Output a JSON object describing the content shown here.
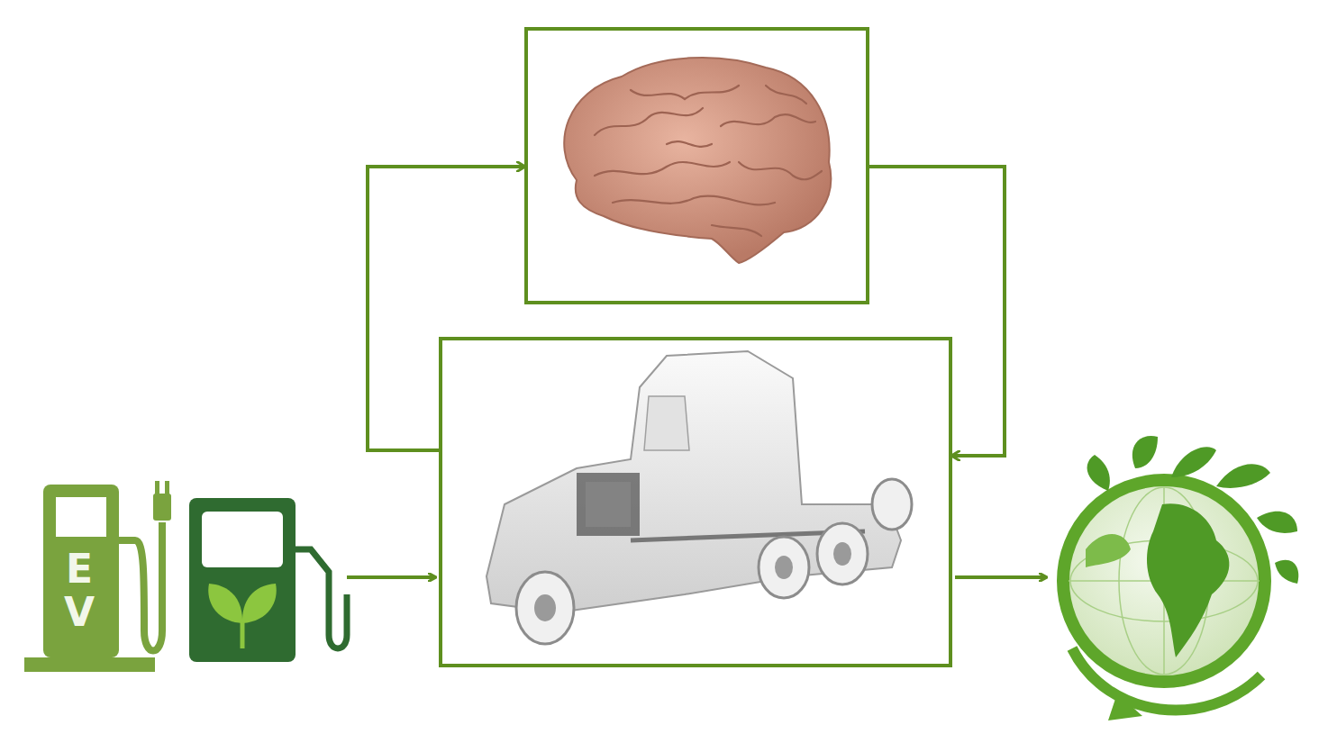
{
  "diagram": {
    "nodes": [
      {
        "text": []
      },
      {
        "text": []
      }
    ],
    "edges": [
      {
        "from": 1,
        "to": 0,
        "arrow": "to"
      },
      {
        "from": 0,
        "to": 1,
        "arrow": "to"
      }
    ],
    "labels": [
      "E V"
    ]
  }
}
